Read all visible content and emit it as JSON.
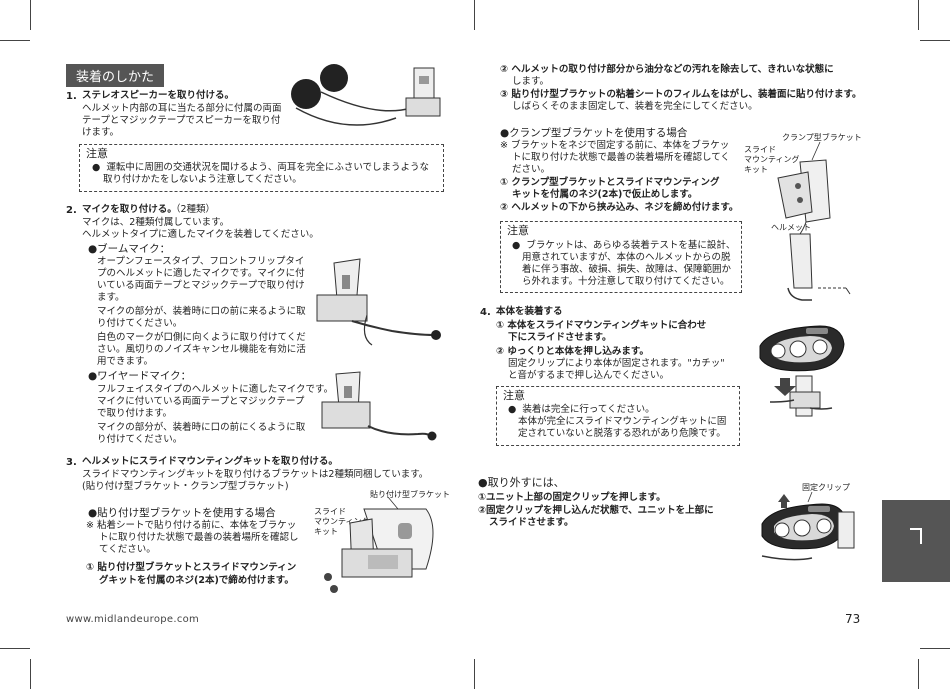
{
  "left": {
    "heading": "装着のしかた",
    "s1_num": "1.",
    "s1_title": "ステレオスピーカーを取り付ける。",
    "s1_l1": "ヘルメット内部の耳に当たる部分に付属の両面",
    "s1_l2": "テープとマジックテープでスピーカーを取り付",
    "s1_l3": "けます。",
    "note1_title": "注意",
    "note1_l1": "●  運転中に周囲の交通状況を聞けるよう、両耳を完全にふさいでしまうような",
    "note1_l2": "取り付けかたをしないよう注意してください。",
    "s2_num": "2.",
    "s2_title": "マイクを取り付ける。",
    "s2_title_note": "（2種類）",
    "s2_l1": "マイクは、2種類付属しています。",
    "s2_l2": "ヘルメットタイプに適したマイクを装着してください。",
    "boom_title": "●ブームマイク：",
    "boom_l1": "オープンフェースタイプ、フロントフリップタイ",
    "boom_l2": "プのヘルメットに適したマイクです。マイクに付",
    "boom_l3": "いている両面テープとマジックテープで取り付け",
    "boom_l4": "ます。",
    "boom_l5": "マイクの部分が、装着時に口の前に来るように取",
    "boom_l6": "り付けてください。",
    "boom_l7": "白色のマークが口側に向くように取り付けてくだ",
    "boom_l8": "さい。風切りのノイズキャンセル機能を有効に活",
    "boom_l9": "用できます。",
    "wire_title": "●ワイヤードマイク：",
    "wire_l1": "フルフェイスタイプのヘルメットに適したマイクです。",
    "wire_l2": "マイクに付いている両面テープとマジックテープ",
    "wire_l3": "で取り付けます。",
    "wire_l4": "マイクの部分が、装着時に口の前にくるように取",
    "wire_l5": "り付けてください。",
    "s3_num": "3.",
    "s3_title": "ヘルメットにスライドマウンティングキットを取り付ける。",
    "s3_l1": "スライドマウンティングキットを取り付けるブラケットは2種類同梱しています。",
    "s3_l2": "(貼り付け型ブラケット・クランプ型ブラケット)",
    "stick_title": "●貼り付け型ブラケットを使用する場合",
    "stick_l1": "※ 粘着シートで貼り付ける前に、本体をブラケッ",
    "stick_l2": "トに取り付けた状態で最善の装着場所を確認し",
    "stick_l3": "てください。",
    "stick_s1a": "① 貼り付け型ブラケットとスライドマウンティン",
    "stick_s1b": "グキットを付属のネジ(2本)で締め付けます。",
    "lbl_stick_bracket": "貼り付け型ブラケット",
    "lbl_slide1": "スライド",
    "lbl_slide2": "マウンティング",
    "lbl_slide3": "キット",
    "footer_url": "www.midlandeurope.com"
  },
  "right": {
    "s2": "② ヘルメットの取り付け部分から油分などの汚れを除去して、きれいな状態に",
    "s2b": "します。",
    "s3": "③ 貼り付け型ブラケットの粘着シートのフィルムをはがし、装着面に貼り付けます。",
    "s3b": "しばらくそのまま固定して、装着を完全にしてください。",
    "clamp_title": "●クランプ型ブラケットを使用する場合",
    "clamp_l1": "※ ブラケットをネジで固定する前に、本体をブラケッ",
    "clamp_l2": "トに取り付けた状態で最善の装着場所を確認してく",
    "clamp_l3": "ださい。",
    "clamp_s1a": "① クランプ型ブラケットとスライドマウンティング",
    "clamp_s1b": "キットを付属のネジ(2本)で仮止めします。",
    "clamp_s2": "② ヘルメットの下から挟み込み、ネジを締め付けます。",
    "note2_title": "注意",
    "note2_l1": "●  ブラケットは、あらゆる装着テストを基に設計、",
    "note2_l2": "用意されていますが、本体のヘルメットからの脱",
    "note2_l3": "着に伴う事故、破損、損失、故障は、保障範囲か",
    "note2_l4": "ら外れます。十分注意して取り付けてください。",
    "lbl_clamp": "クランプ型ブラケット",
    "lbl_slide1": "スライド",
    "lbl_slide2": "マウンティング",
    "lbl_slide3": "キット",
    "lbl_helmet": "ヘルメット",
    "s4_num": "4.",
    "s4_title": "本体を装着する",
    "s4_1a": "① 本体をスライドマウンティングキットに合わせ",
    "s4_1b": "下にスライドさせます。",
    "s4_2": "② ゆっくりと本体を押し込みます。",
    "s4_2b": "固定クリップにより本体が固定されます。\"カチッ\"",
    "s4_2c": "と音がするまで押し込んでください。",
    "note3_title": "注意",
    "note3_l1": "●  装着は完全に行ってください。",
    "note3_l2": "本体が完全にスライドマウンティングキットに固",
    "note3_l3": "定されていないと脱落する恐れがあり危険です。",
    "remove_title": "●取り外すには、",
    "remove_1": "①ユニット上部の固定クリップを押します。",
    "remove_2a": "②固定クリップを押し込んだ状態で、ユニットを上部に",
    "remove_2b": "スライドさせます。",
    "lbl_clip": "固定クリップ",
    "page_number": "73"
  }
}
